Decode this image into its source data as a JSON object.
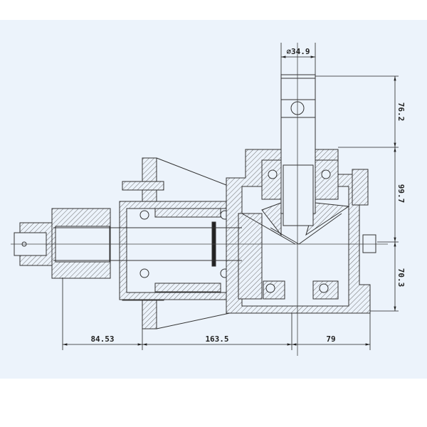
{
  "drawing": {
    "type": "gearbox cross-section",
    "colors": {
      "background": "#ecf3fb",
      "line": "#333333",
      "hatch": "#6f6f6f"
    },
    "dimensions": {
      "shaft_diameter": "⌀34.9",
      "vertical": [
        "76.2",
        "99.7",
        "70.3"
      ],
      "horizontal": [
        "84.53",
        "163.5",
        "79"
      ]
    }
  }
}
